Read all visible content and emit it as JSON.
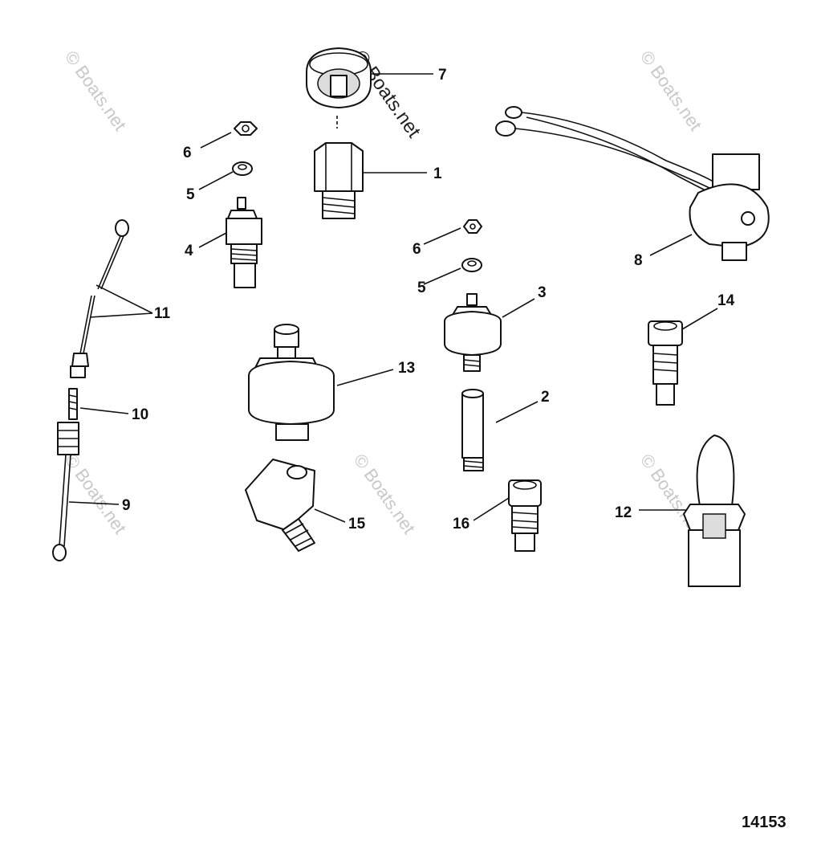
{
  "callouts": {
    "c1": "1",
    "c2": "2",
    "c3": "3",
    "c4": "4",
    "c5a": "5",
    "c5b": "5",
    "c6a": "6",
    "c6b": "6",
    "c7": "7",
    "c8": "8",
    "c9": "9",
    "c10": "10",
    "c11": "11",
    "c12": "12",
    "c13": "13",
    "c14": "14",
    "c15": "15",
    "c16": "16"
  },
  "watermark": "© Boats.net",
  "figure_number": "14153",
  "colors": {
    "line": "#111111",
    "watermark": "#c8c8c8",
    "background": "#ffffff"
  }
}
